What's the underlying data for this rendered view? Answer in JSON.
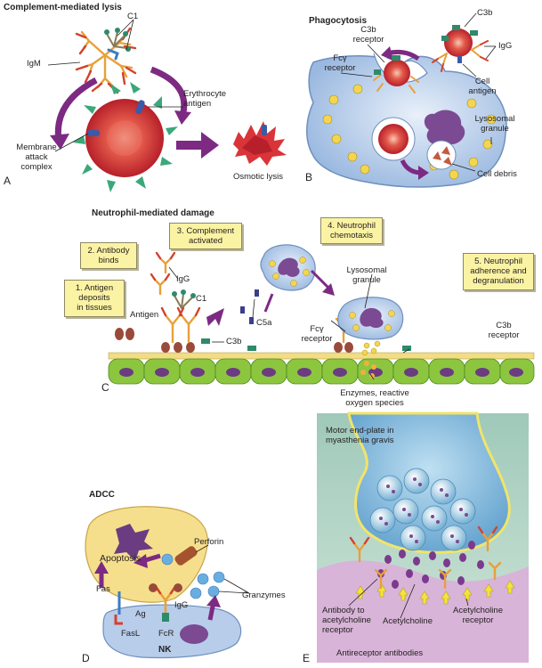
{
  "panels": {
    "a": {
      "letter": "A",
      "title": "Complement-mediated lysis",
      "c1": "C1",
      "igm": "IgM",
      "erythrocyte_antigen": "Erythrocyte\nantigen",
      "membrane_attack_complex": "Membrane\nattack\ncomplex",
      "osmotic_lysis": "Osmotic lysis"
    },
    "b": {
      "letter": "B",
      "title": "Phagocytosis",
      "c3b": "C3b",
      "c3b_receptor": "C3b\nreceptor",
      "fc_receptor": "Fcγ\nreceptor",
      "igg": "IgG",
      "cell_antigen": "Cell\nantigen",
      "lysosomal_granule": "Lysosomal\ngranule",
      "cell_debris": "Cell debris"
    },
    "c": {
      "letter": "C",
      "title": "Neutrophil-mediated damage",
      "step1": "1. Antigen\ndeposits\nin tissues",
      "step2": "2. Antibody\nbinds",
      "step3": "3. Complement\nactivated",
      "step4": "4. Neutrophil\nchemotaxis",
      "step5": "5. Neutrophil\nadherence and\ndegranulation",
      "igg": "IgG",
      "c1": "C1",
      "antigen": "Antigen",
      "c5a": "C5a",
      "c3b": "C3b",
      "fc_receptor": "Fcγ\nreceptor",
      "lysosomal_granule": "Lysosomal\ngranule",
      "c3b_receptor": "C3b\nreceptor",
      "enzymes": "Enzymes, reactive\noxygen species"
    },
    "d": {
      "letter": "D",
      "title": "ADCC",
      "apoptosis": "Apoptosis",
      "fas": "Fas",
      "perforin": "Perforin",
      "granzymes": "Granzymes",
      "igg": "IgG",
      "ag": "Ag",
      "fasl": "FasL",
      "fcr": "FcR",
      "nk": "NK"
    },
    "e": {
      "letter": "E",
      "motor_end_plate": "Motor end-plate in\nmyasthenia gravis",
      "antibody_receptor": "Antibody to\nacetylcholine\nreceptor",
      "acetylcholine": "Acetylcholine",
      "acetylcholine_receptor": "Acetylcholine\nreceptor",
      "caption": "Antireceptor antibodies"
    }
  },
  "colors": {
    "red_cell": "#d9343a",
    "phagocyte": "#b7cdea",
    "nucleus": "#6b3c82",
    "granule": "#f4d64e",
    "arrow": "#7c2a82",
    "epithelium": "#8cc63f",
    "basement": "#f1dd84",
    "box": "#fbf3a4",
    "antibody_heavy": "#e8a03a",
    "antibody_light": "#d4412c",
    "panel_e_bg": "#b4d4c6"
  }
}
